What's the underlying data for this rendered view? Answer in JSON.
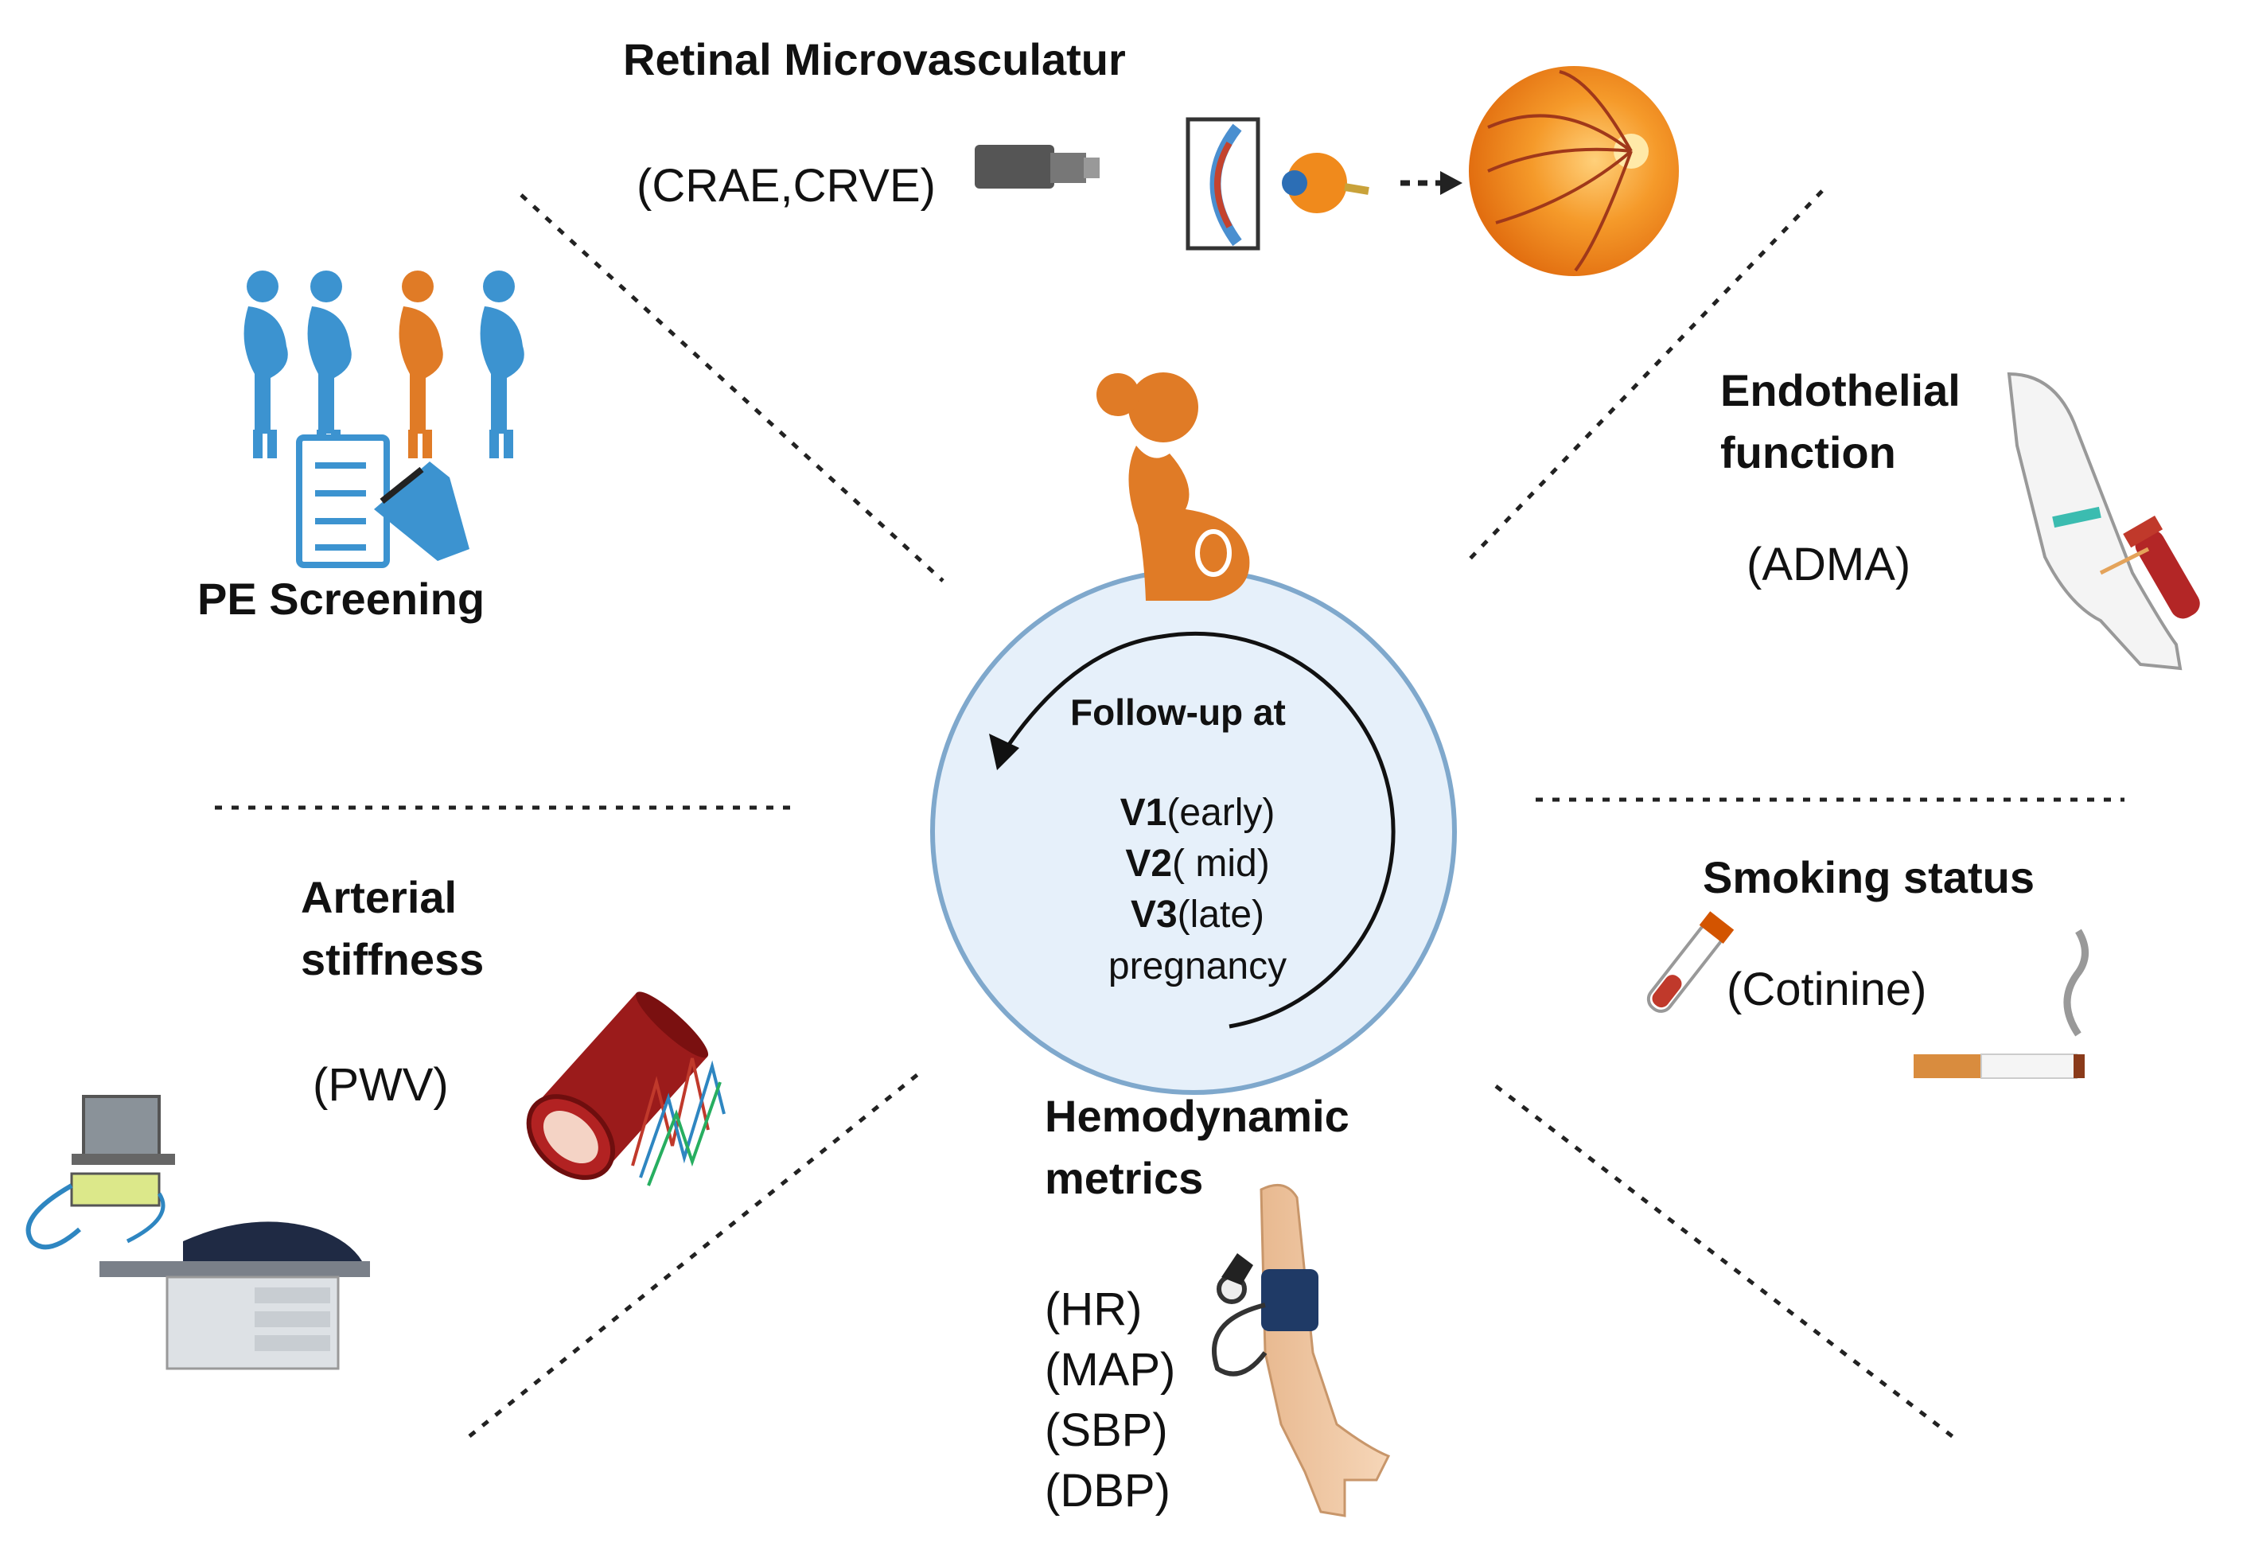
{
  "center": {
    "heading": "Follow-up at",
    "visits": [
      {
        "code": "V1",
        "label": "(early)"
      },
      {
        "code": "V2",
        "label": "( mid)"
      },
      {
        "code": "V3",
        "label": "(late)"
      }
    ],
    "footer": "pregnancy"
  },
  "sections": {
    "retinal": {
      "title": "Retinal Microvasculatur",
      "params": "(CRAE,CRVE)"
    },
    "endothelial": {
      "title_line1": "Endothelial",
      "title_line2": "function",
      "params": "(ADMA)"
    },
    "smoking": {
      "title": "Smoking status",
      "params": "(Cotinine)"
    },
    "hemodynamic": {
      "title_line1": "Hemodynamic",
      "title_line2": "metrics",
      "params": [
        "(HR)",
        "(MAP)",
        "(SBP)",
        "(DBP)"
      ]
    },
    "arterial": {
      "title_line1": "Arterial",
      "title_line2": "stiffness",
      "params": "(PWV)"
    },
    "screening": {
      "title": "PE Screening"
    }
  },
  "colors": {
    "pregnant_highlight": "#E07B26",
    "pregnant_default": "#3C93D0",
    "circle_fill": "#E6F0FA",
    "circle_stroke": "#7FA8CC",
    "retina": "#F08A1C",
    "vessel": "#9B1B1B"
  }
}
